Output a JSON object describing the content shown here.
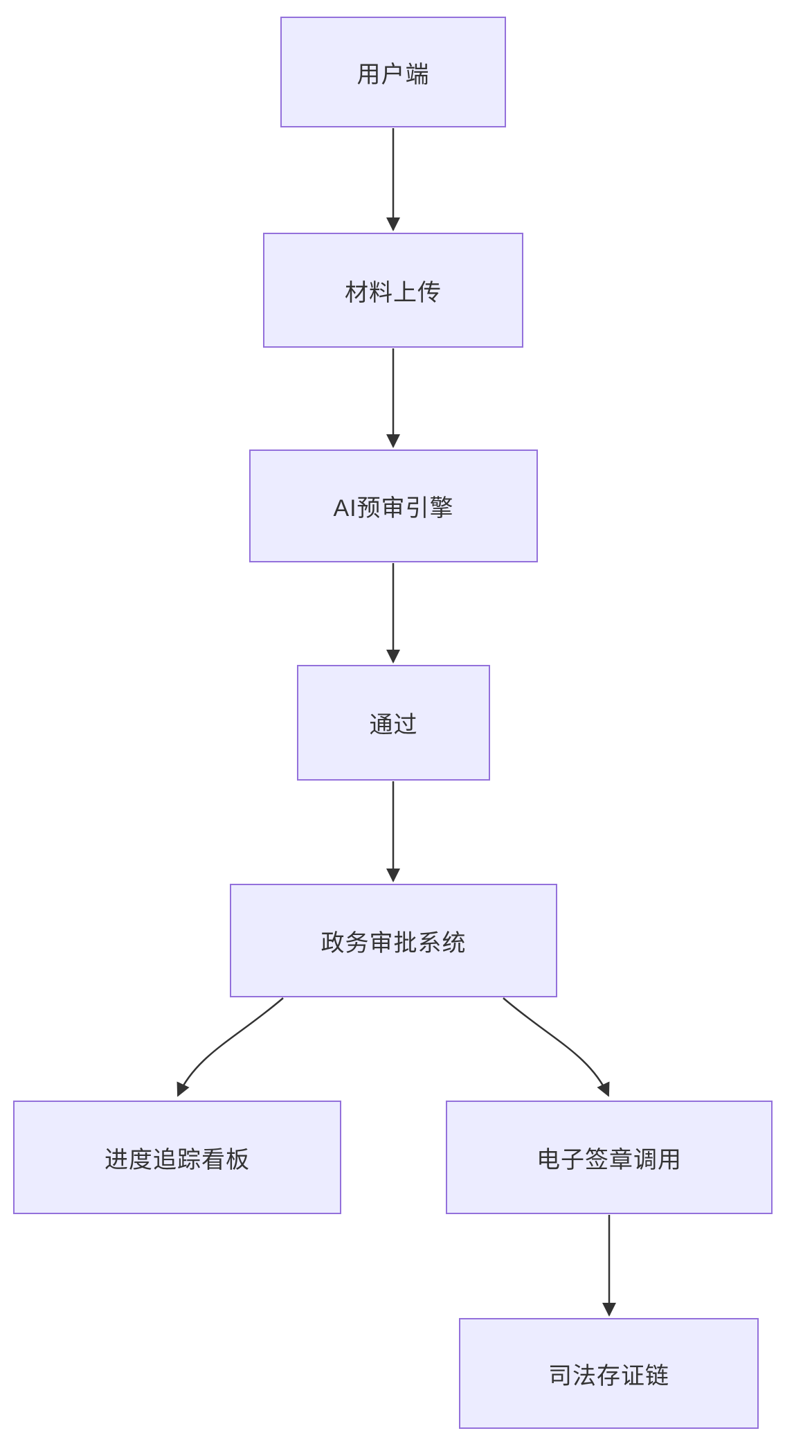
{
  "diagram": {
    "type": "flowchart",
    "direction": "top-down",
    "nodes": [
      {
        "id": "user",
        "label": "用户端"
      },
      {
        "id": "upload",
        "label": "材料上传"
      },
      {
        "id": "ai_engine",
        "label": "AI预审引擎"
      },
      {
        "id": "pass",
        "label": "通过"
      },
      {
        "id": "gov_system",
        "label": "政务审批系统"
      },
      {
        "id": "progress_board",
        "label": "进度追踪看板"
      },
      {
        "id": "esign",
        "label": "电子签章调用"
      },
      {
        "id": "judicial_chain",
        "label": "司法存证链"
      }
    ],
    "edges": [
      {
        "from": "用户端",
        "to": "材料上传"
      },
      {
        "from": "材料上传",
        "to": "AI预审引擎"
      },
      {
        "from": "AI预审引擎",
        "to": "通过"
      },
      {
        "from": "通过",
        "to": "政务审批系统"
      },
      {
        "from": "政务审批系统",
        "to": "进度追踪看板"
      },
      {
        "from": "政务审批系统",
        "to": "电子签章调用"
      },
      {
        "from": "电子签章调用",
        "to": "司法存证链"
      }
    ],
    "colors": {
      "node_fill": "#ECECFF",
      "node_border": "#9370DB",
      "edge": "#333333",
      "text": "#333333",
      "background": "#FFFFFF"
    }
  }
}
